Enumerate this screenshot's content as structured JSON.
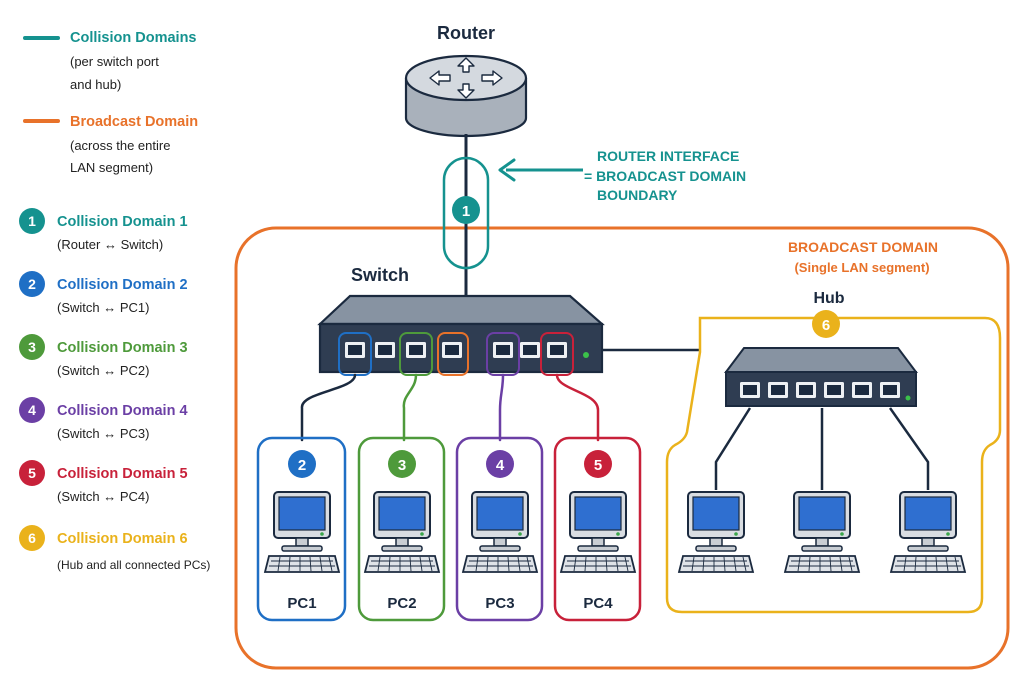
{
  "legend": {
    "collision_title": "Collision Domains",
    "collision_desc": [
      "(per switch port",
      "and hub)"
    ],
    "broadcast_title": "Broadcast Domain",
    "broadcast_desc": [
      "(across the entire",
      "LAN segment)"
    ],
    "items": [
      {
        "num": "1",
        "title": "Collision Domain 1",
        "desc": "(Router ↔ Switch)",
        "color": "#15928f"
      },
      {
        "num": "2",
        "title": "Collision Domain 2",
        "desc": "(Switch ↔ PC1)",
        "color": "#1f6fc5"
      },
      {
        "num": "3",
        "title": "Collision Domain 3",
        "desc": "(Switch ↔ PC2)",
        "color": "#4e9a3b"
      },
      {
        "num": "4",
        "title": "Collision Domain 4",
        "desc": "(Switch ↔ PC3)",
        "color": "#6b3fa5"
      },
      {
        "num": "5",
        "title": "Collision Domain 5",
        "desc": "(Switch ↔ PC4)",
        "color": "#c8213a"
      },
      {
        "num": "6",
        "title": "Collision Domain 6",
        "desc": "(Hub and all connected PCs)",
        "color": "#eab21b"
      }
    ]
  },
  "colors": {
    "teal": "#15928f",
    "orange": "#e8722a",
    "yellow": "#eab21b",
    "navy": "#1b2a3f"
  },
  "diagram": {
    "router_label": "Router",
    "router_callout": [
      "ROUTER INTERFACE",
      "= BROADCAST DOMAIN",
      "BOUNDARY"
    ],
    "cd1_badge": "1",
    "broadcast_label": "BROADCAST DOMAIN",
    "broadcast_sublabel": "(Single LAN segment)",
    "switch_label": "Switch",
    "hub_label": "Hub",
    "hub_badge": "6",
    "pcs": [
      {
        "badge": "2",
        "label": "PC1"
      },
      {
        "badge": "3",
        "label": "PC2"
      },
      {
        "badge": "4",
        "label": "PC3"
      },
      {
        "badge": "5",
        "label": "PC4"
      }
    ]
  }
}
